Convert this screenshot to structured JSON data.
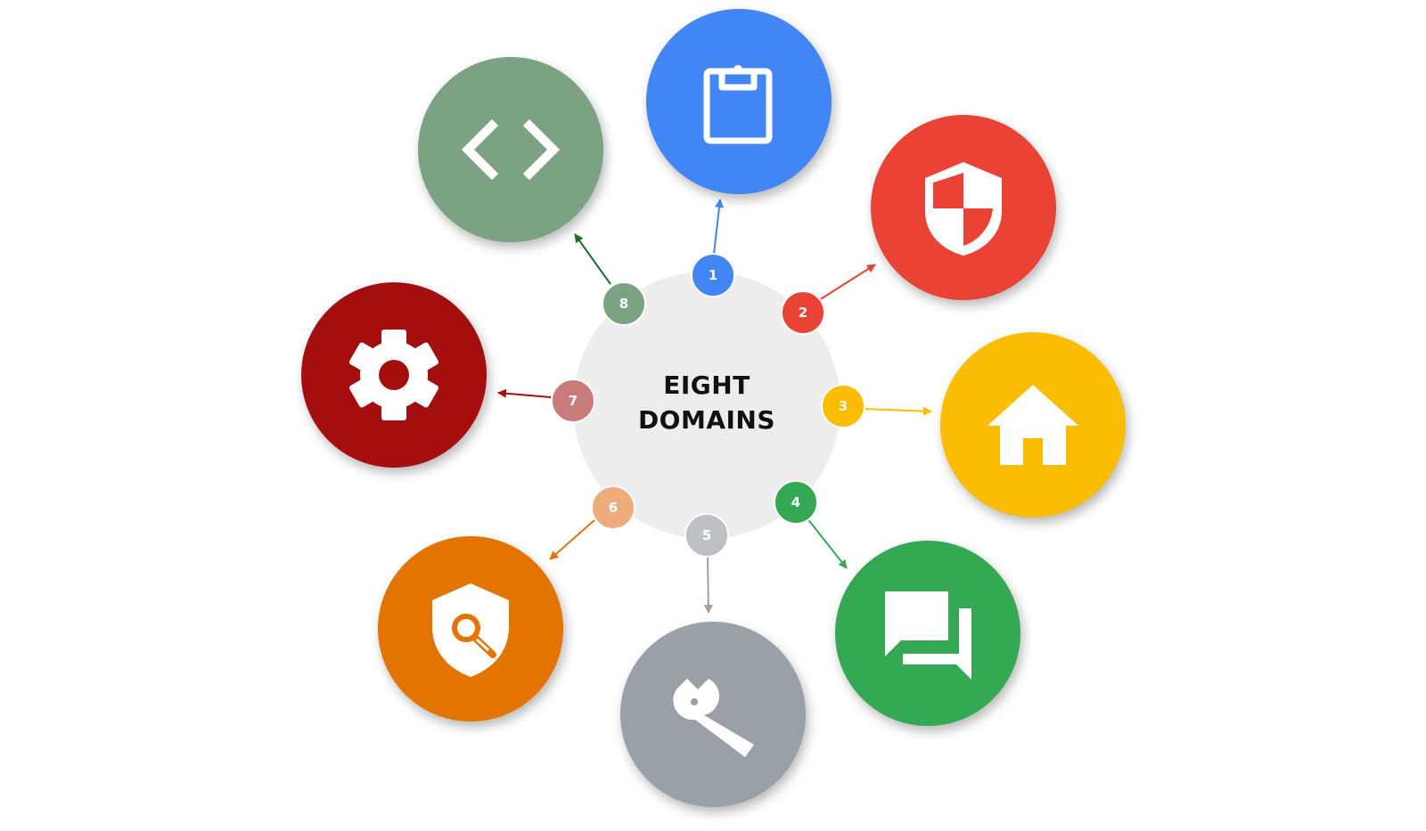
{
  "center": {
    "title_line1": "EIGHT",
    "title_line2": "DOMAINS",
    "fill": "#ededed"
  },
  "domains": [
    {
      "number": "1",
      "color": "#4285f4",
      "badge_color": "#4285f4",
      "icon": "clipboard-icon"
    },
    {
      "number": "2",
      "color": "#ea4335",
      "badge_color": "#ea4335",
      "icon": "shield-icon"
    },
    {
      "number": "3",
      "color": "#fbbc04",
      "badge_color": "#fbbc04",
      "icon": "home-icon"
    },
    {
      "number": "4",
      "color": "#34a853",
      "badge_color": "#34a853",
      "icon": "chat-bubbles-icon"
    },
    {
      "number": "5",
      "color": "#9aa0a6",
      "badge_color": "#bdc1c6",
      "icon": "wrench-icon"
    },
    {
      "number": "6",
      "color": "#e37400",
      "badge_color": "#eeac7c",
      "icon": "shield-search-icon"
    },
    {
      "number": "7",
      "color": "#a50e0e",
      "badge_color": "#c97a7a",
      "icon": "gear-icon"
    },
    {
      "number": "8",
      "color": "#7ba383",
      "badge_color": "#7ba383",
      "icon": "code-brackets-icon"
    }
  ]
}
